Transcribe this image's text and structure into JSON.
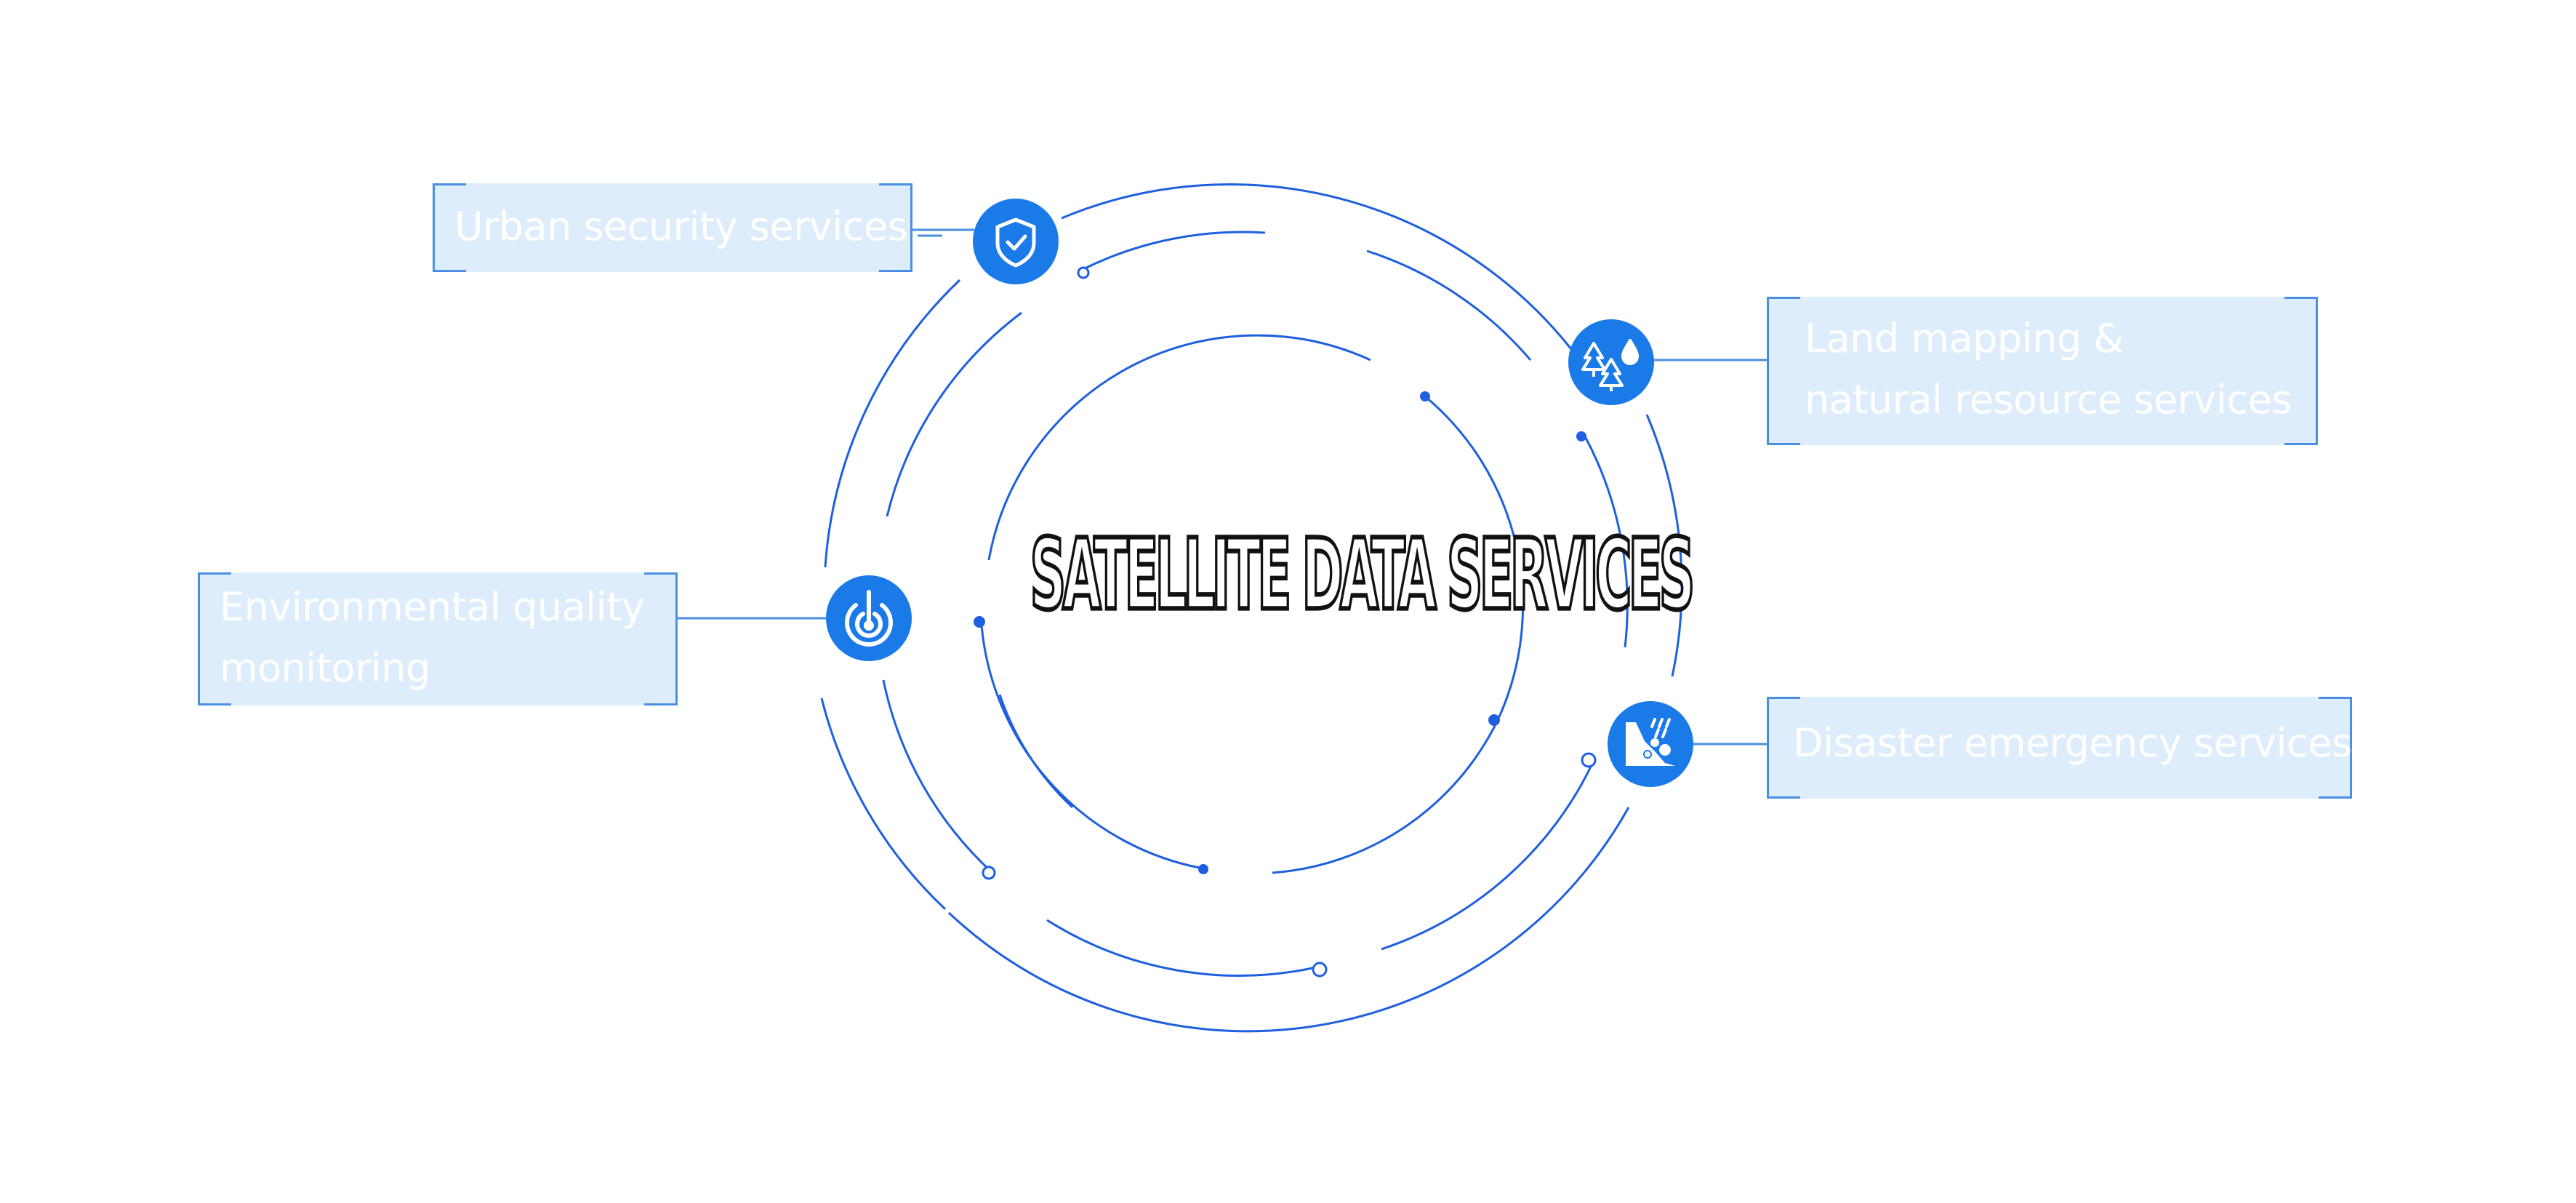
{
  "diagram": {
    "center_title": "SATELLITE DATA SERVICES",
    "colors": {
      "ring_blue": "#1e5fe0",
      "icon_blue": "#1a7ae8",
      "label_fill": "#deedfb",
      "label_border": "#4a90e2",
      "label_text": "#ffffff"
    },
    "services": [
      {
        "id": "urban",
        "lines": [
          "Urban security services"
        ],
        "icon": "shield-check-icon"
      },
      {
        "id": "land",
        "lines": [
          "Land mapping  &",
          "natural resource services"
        ],
        "icon": "trees-water-icon"
      },
      {
        "id": "environment",
        "lines": [
          "Environmental quality",
          "monitoring"
        ],
        "icon": "sensor-power-icon"
      },
      {
        "id": "disaster",
        "lines": [
          "Disaster emergency services"
        ],
        "icon": "landslide-rain-icon"
      }
    ]
  }
}
